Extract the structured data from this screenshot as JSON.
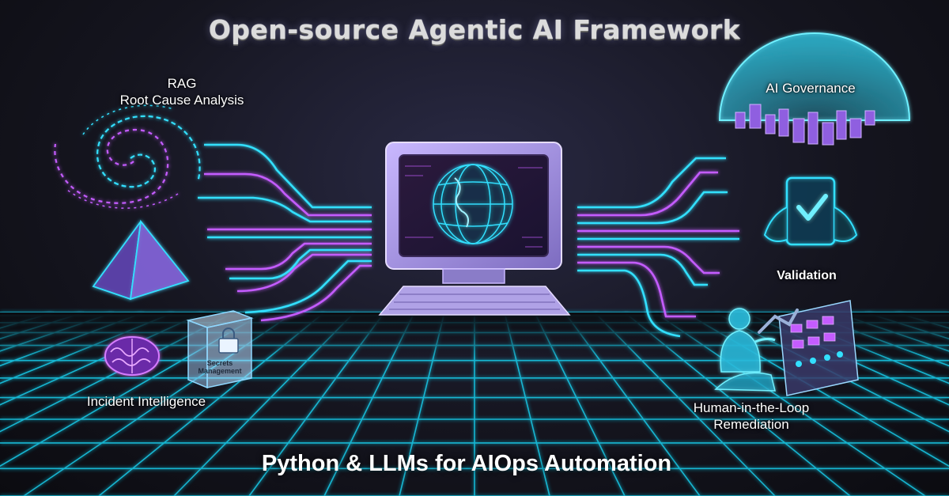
{
  "title": "Open-source Agentic AI Framework",
  "subtitle": "Python & LLMs for AIOps Automation",
  "labels": {
    "rag_line1": "RAG",
    "rag_line2": "Root Cause Analysis",
    "governance": "AI Governance",
    "validation": "Validation",
    "incident": "Incident Intelligence",
    "hitl_line1": "Human-in-the-Loop",
    "hitl_line2": "Remediation",
    "box_line1": "Secrets",
    "box_line2": "Management"
  },
  "colors": {
    "cyan": "#33e0ff",
    "magenta": "#c45cff",
    "monitor": "#a89ad8",
    "grid": "#19c8e6"
  },
  "icons": [
    "spiral-galaxy-icon",
    "pyramid-icon",
    "brain-icon",
    "padlock-box-icon",
    "computer-globe-icon",
    "governance-dome-icon",
    "tablet-check-icon",
    "operator-console-icon"
  ]
}
